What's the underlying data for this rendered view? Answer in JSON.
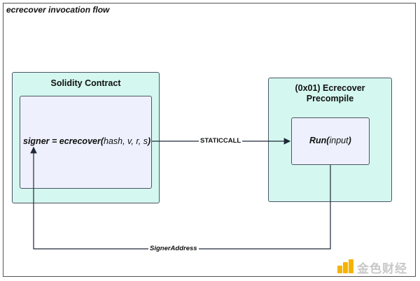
{
  "diagram": {
    "title": "ecrecover invocation flow",
    "nodes": {
      "solidity_contract": {
        "title": "Solidity Contract",
        "code_bold_prefix": "signer = ecrecover(",
        "code_args": "hash, v, r, s",
        "code_close": ")"
      },
      "precompile": {
        "title_line1": "(0x01) Ecrecover",
        "title_line2": "Precompile",
        "run_bold": "Run(",
        "run_arg": "input",
        "run_close": ")"
      }
    },
    "edges": {
      "staticcall": "STATICCALL",
      "signer_address": "SignerAddress"
    }
  },
  "watermark": {
    "text": "金色财经",
    "color": "#f5b400"
  }
}
